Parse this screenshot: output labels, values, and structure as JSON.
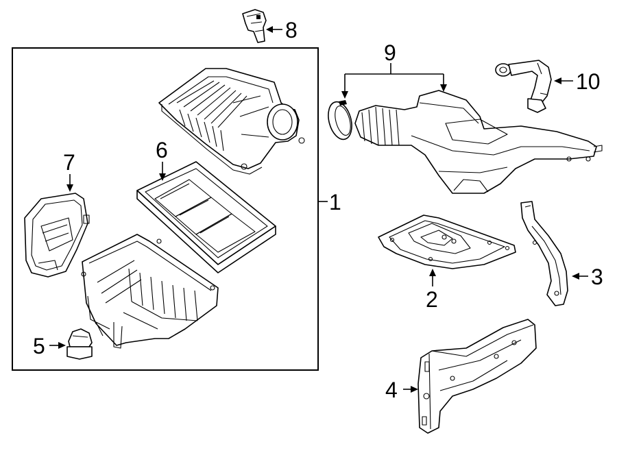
{
  "callouts": [
    "1",
    "2",
    "3",
    "4",
    "5",
    "6",
    "7",
    "8",
    "9",
    "10"
  ]
}
